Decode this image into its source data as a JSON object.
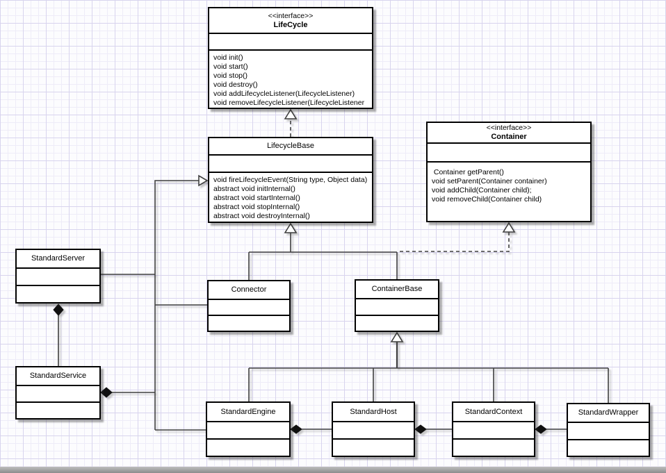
{
  "classes": {
    "lifecycle": {
      "stereotype": "<<interface>>",
      "name": "LifeCycle",
      "methods": [
        "void init()",
        "void start()",
        "void stop()",
        "void destroy()",
        "void addLifecycleListener(LifecycleListener)",
        "void removeLifecycleListener(LifecycleListener"
      ]
    },
    "lifecyclebase": {
      "name": "LifecycleBase",
      "methods": [
        "void fireLifecycleEvent(String type, Object data)",
        "abstract void initInternal()",
        "abstract void startInternal()",
        "abstract void stopInternal()",
        "abstract void destroyInternal()"
      ]
    },
    "container": {
      "stereotype": "<<interface>>",
      "name": "Container",
      "methods": [
        " Container getParent()",
        "void setParent(Container container)",
        "void addChild(Container child);",
        "void removeChild(Container child)"
      ]
    },
    "standardserver": {
      "name": "StandardServer"
    },
    "standardservice": {
      "name": "StandardService"
    },
    "connector": {
      "name": "Connector"
    },
    "containerbase": {
      "name": "ContainerBase"
    },
    "standardengine": {
      "name": "StandardEngine"
    },
    "standardhost": {
      "name": "StandardHost"
    },
    "standardcontext": {
      "name": "StandardContext"
    },
    "standardwrapper": {
      "name": "StandardWrapper"
    }
  },
  "relationships": [
    {
      "type": "realization",
      "from": "LifecycleBase",
      "to": "LifeCycle"
    },
    {
      "type": "generalization",
      "from": "StandardServer",
      "to": "LifecycleBase"
    },
    {
      "type": "generalization",
      "from": "Connector",
      "to": "LifecycleBase"
    },
    {
      "type": "generalization",
      "from": "ContainerBase",
      "to": "LifecycleBase"
    },
    {
      "type": "realization",
      "from": "ContainerBase",
      "to": "Container"
    },
    {
      "type": "composition",
      "whole": "StandardServer",
      "part": "StandardService"
    },
    {
      "type": "composition",
      "whole": "StandardService",
      "part": "Connector"
    },
    {
      "type": "composition",
      "whole": "StandardService",
      "part": "StandardEngine"
    },
    {
      "type": "generalization",
      "from": "StandardEngine",
      "to": "ContainerBase"
    },
    {
      "type": "generalization",
      "from": "StandardHost",
      "to": "ContainerBase"
    },
    {
      "type": "generalization",
      "from": "StandardContext",
      "to": "ContainerBase"
    },
    {
      "type": "generalization",
      "from": "StandardWrapper",
      "to": "ContainerBase"
    },
    {
      "type": "composition",
      "whole": "StandardEngine",
      "part": "StandardHost"
    },
    {
      "type": "composition",
      "whole": "StandardHost",
      "part": "StandardContext"
    },
    {
      "type": "composition",
      "whole": "StandardContext",
      "part": "StandardWrapper"
    }
  ],
  "colors": {
    "grid_minor": "#eeecf8",
    "grid_major": "#d8d4ee",
    "line": "#3f3f3f",
    "box_border": "#000000",
    "box_bg": "#ffffff",
    "diamond_fill": "#101010"
  }
}
